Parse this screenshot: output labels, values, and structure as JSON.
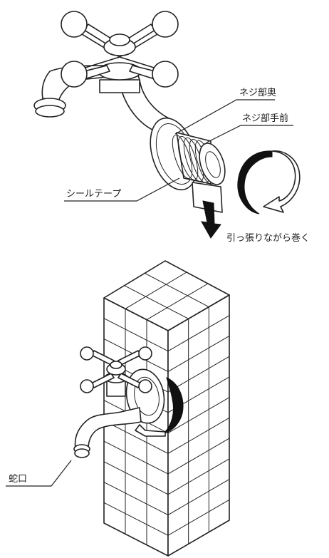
{
  "labels": {
    "thread_back": "ネジ部奥",
    "thread_front": "ネジ部手前",
    "seal_tape": "シールテープ",
    "pull_while_wrapping": "引っ張りながら巻く",
    "faucet": "蛇口"
  }
}
